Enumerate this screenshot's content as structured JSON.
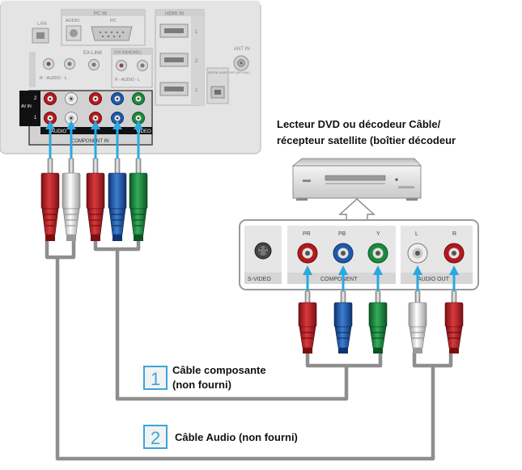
{
  "tv_panel": {
    "lan": "LAN",
    "pc_in": "PC IN",
    "audio": "AUDIO",
    "pc": "PC",
    "hdmi_in": "HDMI IN",
    "hdmi_num_1": "1",
    "hdmi_num_2": "2",
    "hdmi_num_3": "1",
    "ant_in": "ANT IN",
    "ex_link": "EX-LINK",
    "dvi_in": "DVI IN(HDMI1)",
    "dvi_audio": "R - AUDIO - L",
    "side_audio": "R - AUDIO - L",
    "digital_audio_out": "DIGITAL AUDIO OUT (OPTICAL)",
    "av_in": "AV IN",
    "row_2": "2",
    "row_1": "1",
    "audio_row": "AUDIO",
    "video_row": "VIDEO",
    "component_in": "COMPONENT IN"
  },
  "device": {
    "title_line1": "Lecteur DVD ou décodeur Câble/",
    "title_line2": "récepteur satellite (boîtier décodeur",
    "svideo": "S-VIDEO",
    "component": "COMPONENT",
    "audio_out": "AUDIO OUT",
    "pr": "PR",
    "pb": "PB",
    "y": "Y",
    "l": "L",
    "r": "R"
  },
  "cables": [
    {
      "number": "1",
      "label_line1": "Câble composante",
      "label_line2": "(non fourni)"
    },
    {
      "number": "2",
      "label_line1": "Câble Audio (non fourni)"
    }
  ],
  "colors": {
    "red": "#b3191e",
    "blue": "#1f5aa8",
    "green": "#1c8a3c",
    "white": "#e9e9e9",
    "arrow": "#29a9e0",
    "panel": "#e3e3e3",
    "cable": "#8e8e8e"
  }
}
